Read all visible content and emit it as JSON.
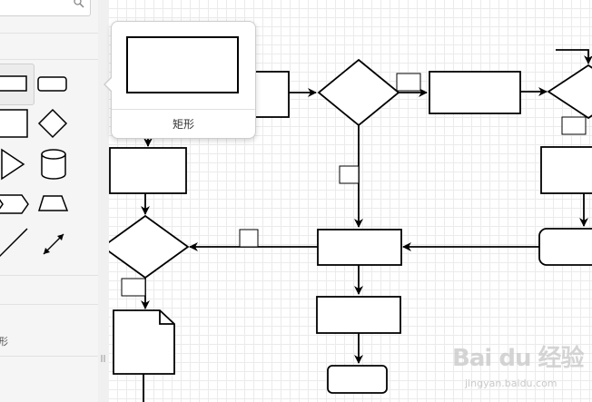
{
  "sidebar": {
    "items_section_label_tail": "形",
    "shapes": [
      "rectangle",
      "rounded-rectangle",
      "square-rectangle",
      "diamond",
      "triangle",
      "cylinder",
      "step",
      "trapezoid",
      "line",
      "bidirectional-arrow"
    ]
  },
  "tooltip": {
    "shape_label": "矩形"
  },
  "watermark": {
    "text": "Bai du 经验",
    "sub": "jingyan.baidu.com"
  },
  "colors": {
    "stroke": "#000000",
    "grid": "#ebebeb",
    "sidebar_bg": "#f5f5f5"
  }
}
